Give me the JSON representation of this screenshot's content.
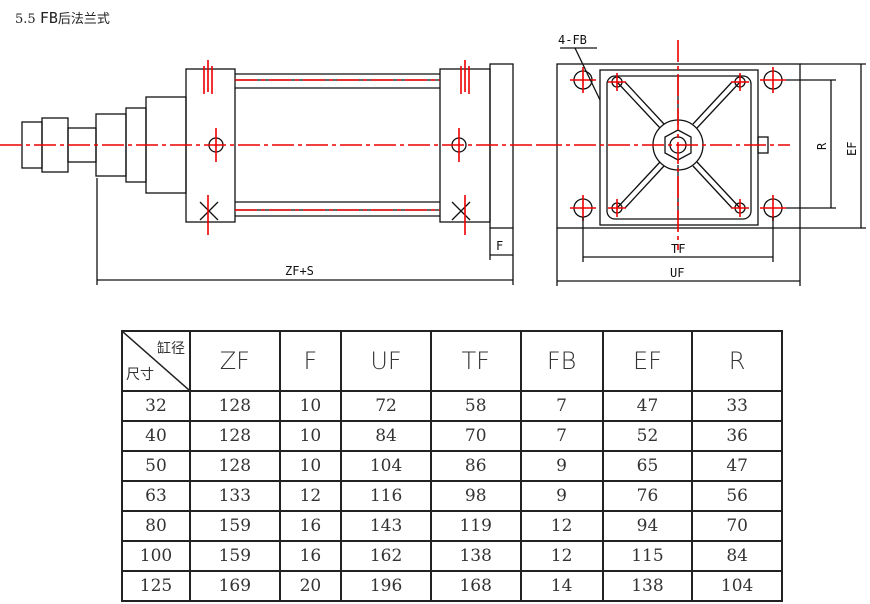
{
  "title": {
    "number": "5.5",
    "code": "FB",
    "text": "后法兰式"
  },
  "drawing": {
    "label_4fb": "4-FB",
    "label_f": "F",
    "label_zfs": "ZF+S",
    "label_tf": "TF",
    "label_uf": "UF",
    "label_r": "R",
    "label_ef": "EF"
  },
  "table": {
    "corner_top": "缸径",
    "corner_bottom": "尺寸",
    "headers": [
      "ZF",
      "F",
      "UF",
      "TF",
      "FB",
      "EF",
      "R"
    ],
    "rows": [
      [
        "32",
        "128",
        "10",
        "72",
        "58",
        "7",
        "47",
        "33"
      ],
      [
        "40",
        "128",
        "10",
        "84",
        "70",
        "7",
        "52",
        "36"
      ],
      [
        "50",
        "128",
        "10",
        "104",
        "86",
        "9",
        "65",
        "47"
      ],
      [
        "63",
        "133",
        "12",
        "116",
        "98",
        "9",
        "76",
        "56"
      ],
      [
        "80",
        "159",
        "16",
        "143",
        "119",
        "12",
        "94",
        "70"
      ],
      [
        "100",
        "159",
        "16",
        "162",
        "138",
        "12",
        "115",
        "84"
      ],
      [
        "125",
        "169",
        "20",
        "196",
        "168",
        "14",
        "138",
        "104"
      ]
    ]
  }
}
